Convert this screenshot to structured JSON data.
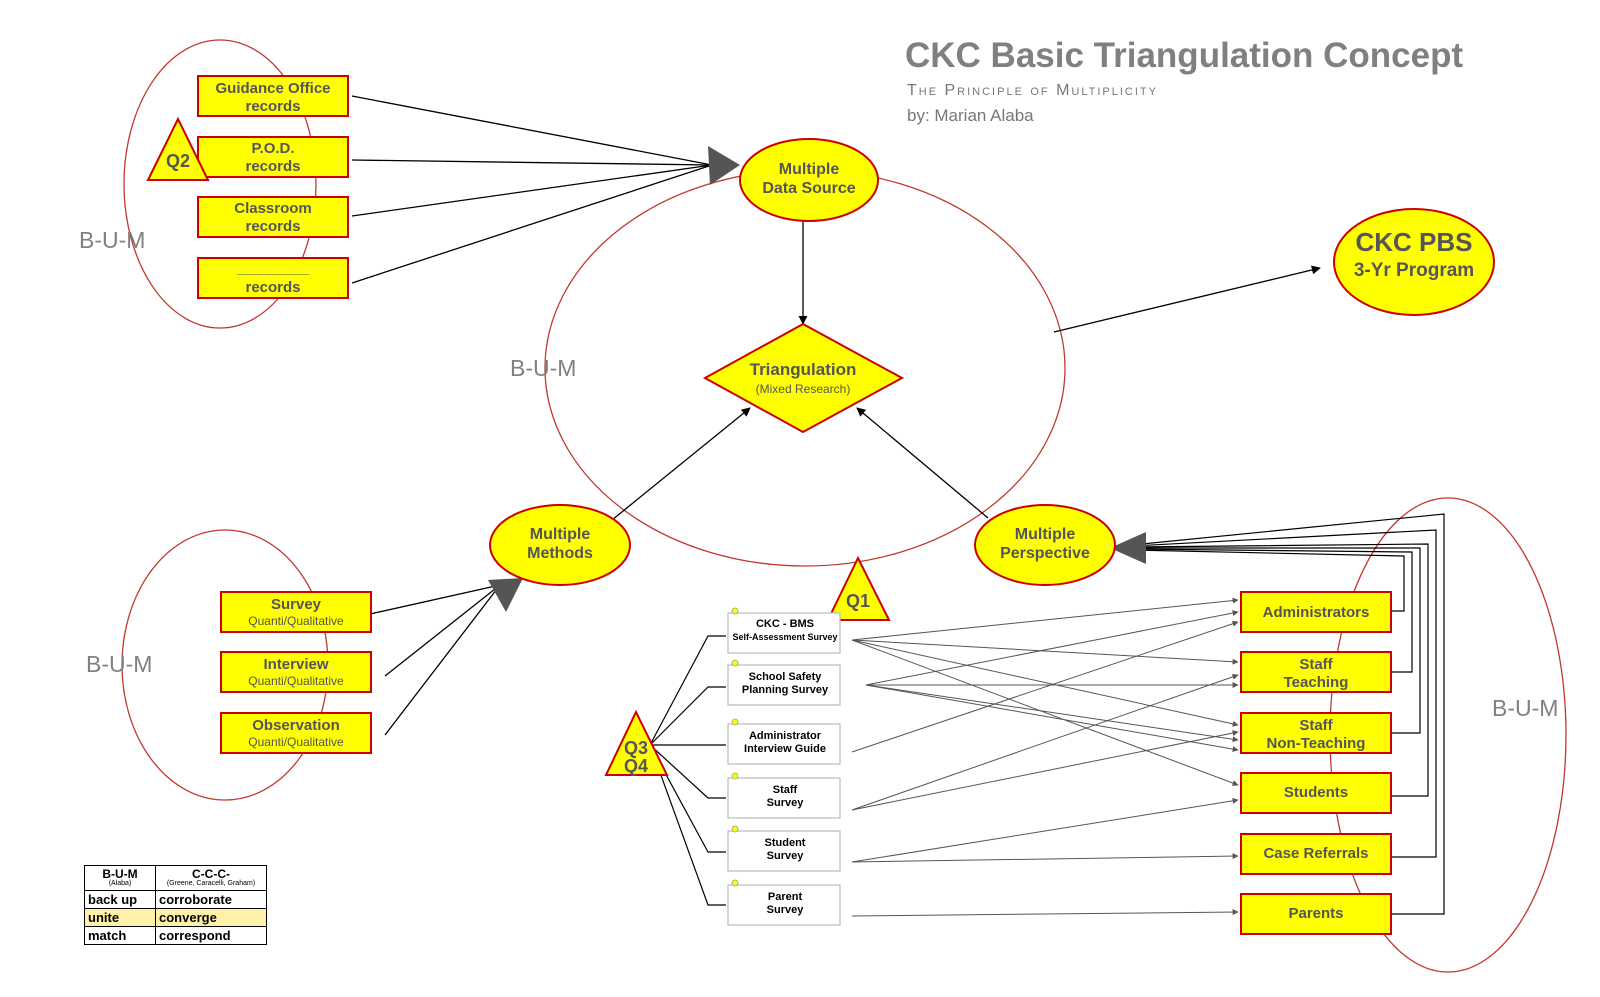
{
  "title": "CKC Basic Triangulation Concept",
  "subtitle": "The Principle of Multiplicity",
  "author": "by: Marian  Alaba",
  "colors": {
    "box_fill": "#ffff00",
    "box_border": "#cc0000",
    "loop": "#c0392b",
    "bum_text": "#808080"
  },
  "bum_label": "B-U-M",
  "records": [
    {
      "line1": "Guidance Office",
      "line2": "records"
    },
    {
      "line1": "P.O.D.",
      "line2": "records"
    },
    {
      "line1": "Classroom",
      "line2": "records"
    },
    {
      "line1": "__________",
      "line2": "records"
    }
  ],
  "q_labels": {
    "q1": "Q1",
    "q2": "Q2",
    "q3": "Q3",
    "q4": "Q4"
  },
  "center": {
    "title": "Triangulation",
    "subtitle": "(Mixed Research)"
  },
  "nodes": {
    "data_source": {
      "line1": "Multiple",
      "line2": "Data Source"
    },
    "methods": {
      "line1": "Multiple",
      "line2": "Methods"
    },
    "perspective": {
      "line1": "Multiple",
      "line2": "Perspective"
    },
    "pbs": {
      "line1": "CKC PBS",
      "line2": "3-Yr Program"
    }
  },
  "methods": [
    {
      "name": "Survey",
      "sub": "Quanti/Qualitative"
    },
    {
      "name": "Interview",
      "sub": "Quanti/Qualitative"
    },
    {
      "name": "Observation",
      "sub": "Quanti/Qualitative"
    }
  ],
  "instruments": [
    {
      "line1": "CKC - BMS",
      "line2": "Self-Assessment Survey"
    },
    {
      "line1": "School Safety",
      "line2": "Planning Survey"
    },
    {
      "line1": "Administrator",
      "line2": "Interview Guide"
    },
    {
      "line1": "Staff",
      "line2": "Survey"
    },
    {
      "line1": "Student",
      "line2": "Survey"
    },
    {
      "line1": "Parent",
      "line2": "Survey"
    }
  ],
  "perspectives": [
    {
      "line1": "Administrators",
      "line2": ""
    },
    {
      "line1": "Staff",
      "line2": "Teaching"
    },
    {
      "line1": "Staff",
      "line2": "Non-Teaching"
    },
    {
      "line1": "Students",
      "line2": ""
    },
    {
      "line1": "Case Referrals",
      "line2": ""
    },
    {
      "line1": "Parents",
      "line2": ""
    }
  ],
  "legend": {
    "header_left": "B-U-M",
    "header_left_sub": "(Alaba)",
    "header_right": "C-C-C-",
    "header_right_sub": "(Greene, Caracelli, Graham)",
    "rows": [
      {
        "left": "back up",
        "right": "corroborate"
      },
      {
        "left": "unite",
        "right": "converge"
      },
      {
        "left": "match",
        "right": "correspond"
      }
    ]
  }
}
